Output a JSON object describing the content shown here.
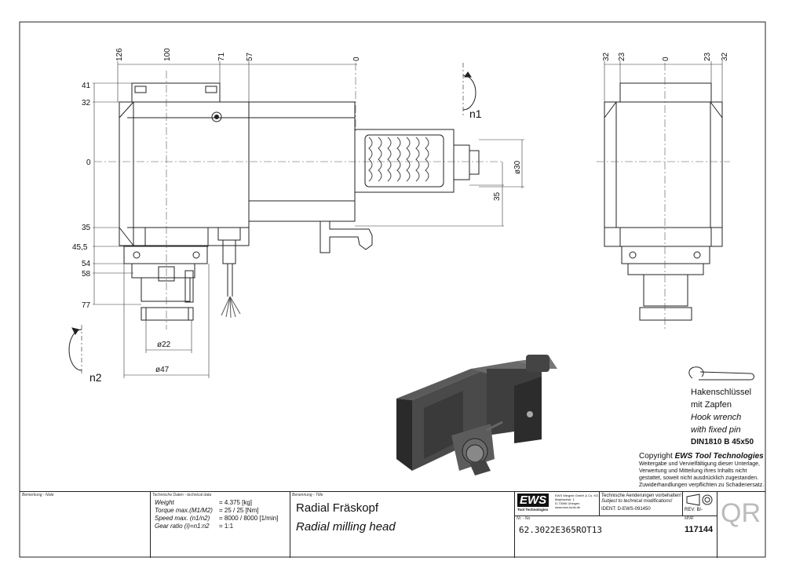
{
  "dimensions": {
    "side_top": [
      "126",
      "100",
      "71",
      "57",
      "0"
    ],
    "side_left": [
      "41",
      "32",
      "0",
      "35",
      "45,5",
      "54",
      "58",
      "77"
    ],
    "side_right": [
      "ø30",
      "35"
    ],
    "side_bottom": [
      "ø22",
      "ø47"
    ],
    "front_top": [
      "32",
      "23",
      "0",
      "23",
      "32"
    ]
  },
  "rotation_labels": {
    "n1": "n1",
    "n2": "n2"
  },
  "wrench_note": [
    "Hakenschlüssel",
    "mit Zapfen",
    "Hook wrench",
    "with fixed pin",
    "DIN1810 B 45x50"
  ],
  "copyright": {
    "prefix": "Copyright ",
    "brand": "EWS Tool Technologies",
    "lines": [
      "Weitergabe und Vervielfältigung dieser Unterlage,",
      "Verwertung und Mitteilung ihres Inhalts nicht",
      "gestattet, soweit nicht ausdrücklich zugestanden.",
      "Zuwiderhandlungen verpflichten zu Schadenersatz."
    ]
  },
  "title_block": {
    "note_label": "Bemerkung - Note",
    "tech_label": "Technische Daten - technical data",
    "tech_rows": [
      {
        "label": "Weight",
        "value": "=   4.375  [kg]"
      },
      {
        "label": "Torque max.(M1/M2)",
        "value": "=   25 / 25  [Nm]"
      },
      {
        "label": "Speed max.  (n1/n2)",
        "value": "=   8000 / 8000  [1/min]"
      },
      {
        "label": "Gear ratio  (i)=n1:n2",
        "value": "=   1:1"
      }
    ],
    "title_label": "Benennung - Title",
    "title_de": "Radial Fräskopf",
    "title_en": "Radial milling head",
    "logo": "EWS",
    "logo_sub": "Tool Technologies",
    "company_lines": [
      "EWS Weigele GmbH & Co. KG",
      "Maybachstr. 1",
      "D-73066 Uhingen",
      "www.ews-tools.de"
    ],
    "nr_label": "Nr. - No",
    "part_number": "62.3022E365ROT13",
    "notice_de": "Technische Aenderungen vorbehalten!",
    "notice_en": "Subject to technical modifications!",
    "ident": "IDENT:  D-EWS-091450",
    "rev": "REV:  B/-",
    "mnr_label": "MNR",
    "mnr": "117144",
    "qr": "QR"
  }
}
